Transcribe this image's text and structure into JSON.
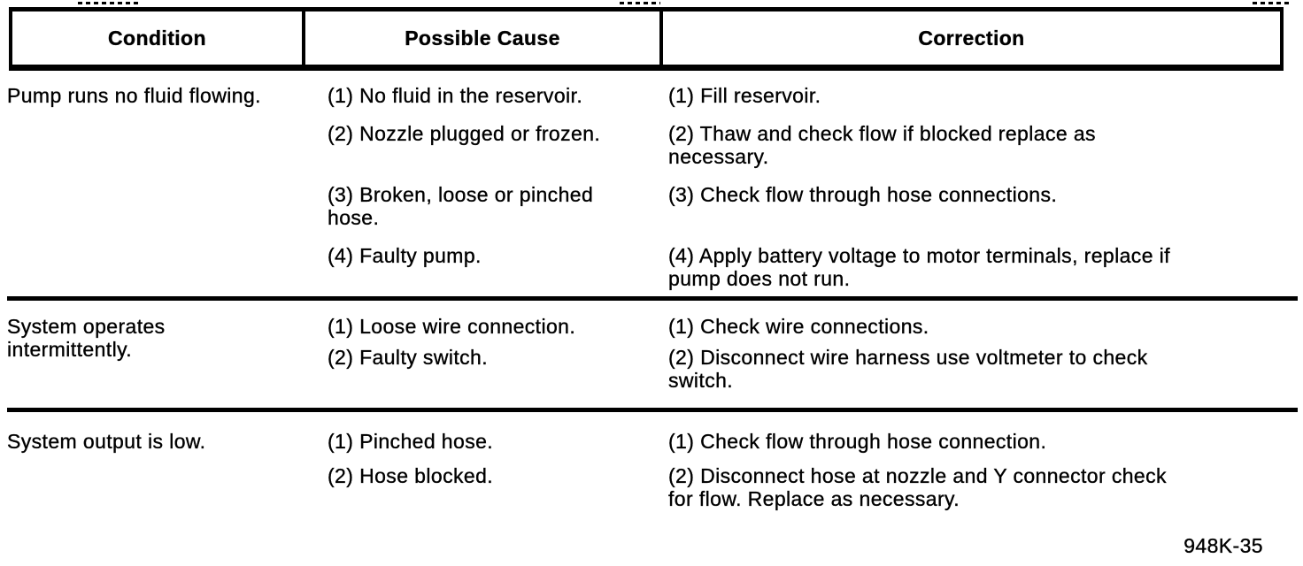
{
  "table": {
    "headers": [
      "Condition",
      "Possible Cause",
      "Correction"
    ],
    "sections": [
      {
        "condition": "Pump runs no fluid flowing.",
        "items": [
          {
            "cause": "(1) No fluid in the reservoir.",
            "correction": "(1) Fill reservoir."
          },
          {
            "cause": "(2) Nozzle plugged or frozen.",
            "correction": "(2) Thaw and check flow if blocked replace as\nnecessary."
          },
          {
            "cause": "(3) Broken, loose or pinched\nhose.",
            "correction": "(3) Check flow through hose connections."
          },
          {
            "cause": "(4) Faulty pump.",
            "correction": "(4) Apply battery voltage to motor terminals, replace if\npump does not run."
          }
        ]
      },
      {
        "condition": "System operates\nintermittently.",
        "items": [
          {
            "cause": "(1) Loose wire connection.",
            "correction": "(1) Check wire connections."
          },
          {
            "cause": "(2) Faulty switch.",
            "correction": "(2) Disconnect wire harness use voltmeter to check\nswitch."
          }
        ]
      },
      {
        "condition": "System output is low.",
        "items": [
          {
            "cause": "(1) Pinched hose.",
            "correction": "(1) Check flow through hose connection."
          },
          {
            "cause": "(2) Hose blocked.",
            "correction": "(2) Disconnect hose at nozzle and Y connector check\nfor flow. Replace as necessary."
          }
        ]
      }
    ],
    "footer_code": "948K-35"
  }
}
